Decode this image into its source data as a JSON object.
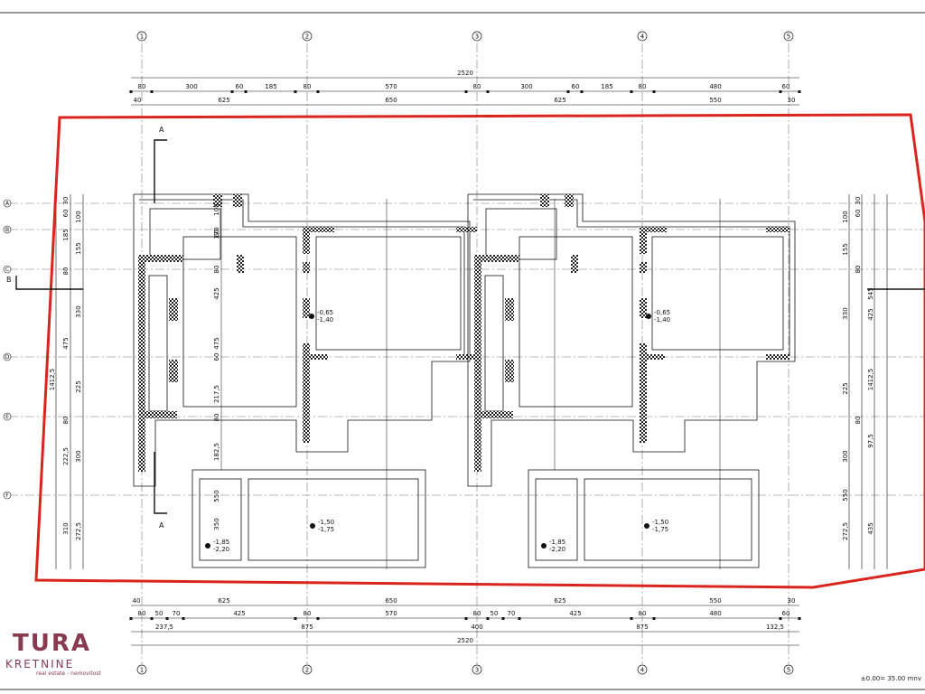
{
  "plan": {
    "grid_columns": [
      "1",
      "2",
      "3",
      "4",
      "5"
    ],
    "grid_rows": [
      "A",
      "B",
      "C",
      "D",
      "E",
      "F"
    ],
    "top_dims": {
      "total": "2520",
      "row1": [
        "80",
        "300",
        "60",
        "185",
        "80",
        "570",
        "80",
        "300",
        "60",
        "185",
        "80",
        "480",
        "60"
      ],
      "row2": [
        "40",
        "625",
        "650",
        "625",
        "550",
        "30"
      ]
    },
    "bottom_dims": {
      "row1": [
        "40",
        "625",
        "650",
        "625",
        "550",
        "30"
      ],
      "row2": [
        "80",
        "50",
        "70",
        "425",
        "80",
        "570",
        "80",
        "50",
        "70",
        "425",
        "80",
        "480",
        "60"
      ],
      "row3": [
        "237,5",
        "875",
        "400",
        "875",
        "132,5"
      ],
      "total": "2520"
    },
    "left_dims": {
      "outer": [
        "1412,5"
      ],
      "mid": [
        "185",
        "475",
        "222,5",
        "310"
      ],
      "inner": [
        "100",
        "155",
        "330",
        "225",
        "300",
        "272,5"
      ],
      "tiny": [
        "30",
        "60",
        "80",
        "80"
      ]
    },
    "right_dims": {
      "outer": [
        "1412,5"
      ],
      "mid": [
        "545",
        "425",
        "97,5",
        "435"
      ],
      "inner": [
        "100",
        "155",
        "330",
        "225",
        "300",
        "550",
        "272,5"
      ],
      "tiny": [
        "30",
        "60",
        "80",
        "80"
      ]
    },
    "interior_dims": [
      "100",
      "60",
      "170",
      "80",
      "425",
      "60",
      "217,5",
      "475",
      "80",
      "182,5",
      "550",
      "350"
    ],
    "levels": {
      "l1_a": "-0,65",
      "l1_b": "-1,40",
      "l2_a": "-1,50",
      "l2_b": "-1,75",
      "l3_a": "-1,85",
      "l3_b": "-2,20"
    },
    "section_labels": [
      "A",
      "A",
      "B"
    ],
    "elevation_note": "±0.00= 35.00 mnv"
  },
  "logo": {
    "text": "TURA",
    "sub1": "KRETNINE",
    "sub2": "real estate - nemovitost"
  },
  "colors": {
    "boundary": "#d9251d",
    "lines": "#111111",
    "wall_hatch": "#333333",
    "brand": "#8a3a50"
  }
}
